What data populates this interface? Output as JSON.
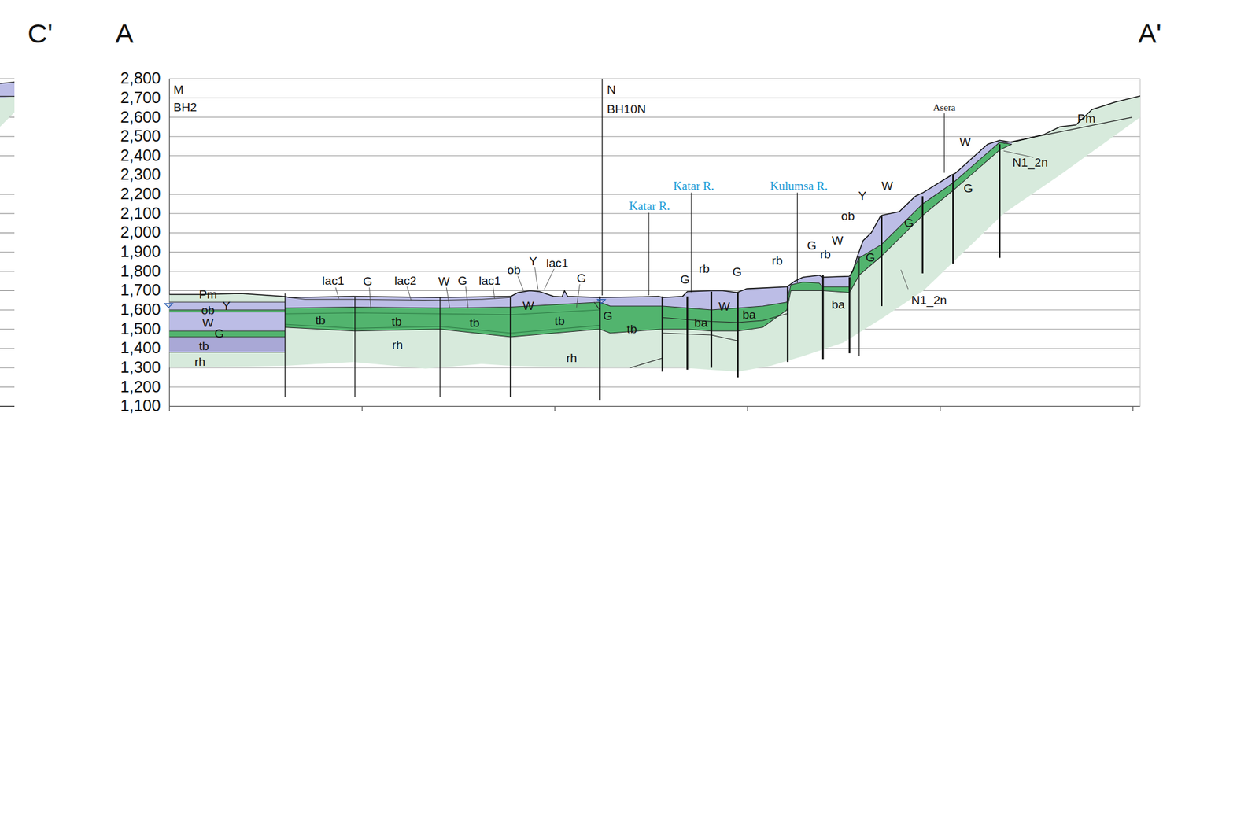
{
  "diagram": {
    "labels": [
      "C'",
      "A",
      "A'",
      "2,800",
      "2,700",
      "2,600",
      "2,500",
      "2,400",
      "2,300",
      "2,200",
      "2,100",
      "2,000",
      "1,900",
      "1,800",
      "1,700",
      "1,600",
      "1,500",
      "1,400",
      "1,300",
      "1,200",
      "1,100",
      "M",
      "BH2",
      "N",
      "BH10N",
      "Asera",
      "Katar R.",
      "Katar R.",
      "Kulumsa R.",
      "Pm",
      "Y",
      "ob",
      "W",
      "G",
      "tb",
      "rh",
      "lac1",
      "G",
      "lac2",
      "W",
      "G",
      "lac1",
      "ob",
      "Y",
      "lac1",
      "G",
      "tb",
      "tb",
      "tb",
      "tb",
      "W",
      "rh",
      "rh",
      "G",
      "tb",
      "G",
      "rb",
      "G",
      "W",
      "ba",
      "ba",
      "rb",
      "G",
      "rb",
      "W",
      "ba",
      "Y",
      "W",
      "ob",
      "G",
      "G",
      "N1_2n",
      "W",
      "G",
      "N1_2n",
      "Pm"
    ]
  }
}
